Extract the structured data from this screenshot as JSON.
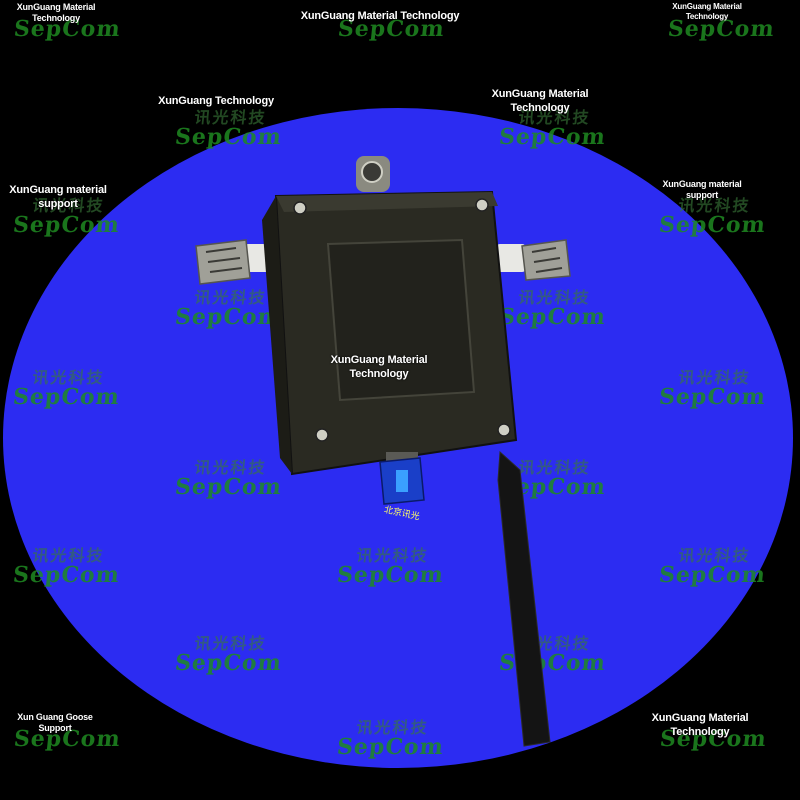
{
  "captions": [
    "XunGuang Material Technology",
    "XunGuang Material Technology",
    "XunGuang Material Technology",
    "XunGuang Technology",
    "XunGuang Material Technology",
    "XunGuang material support",
    "XunGuang material support",
    "XunGuang Material Technology",
    "Xun Guang Goose Support",
    "XunGuang Material Technology"
  ],
  "watermark": {
    "cn": "讯光科技",
    "en": "SepCom"
  },
  "device_tag": "北京讯光",
  "colors": {
    "background": "#000000",
    "backdrop": "#2c2cf2",
    "device_body": "#2a2a22",
    "watermark": "#1f8a22"
  }
}
